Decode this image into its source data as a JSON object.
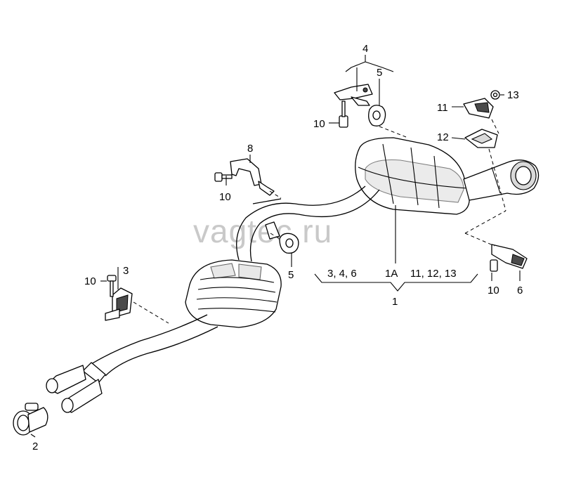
{
  "watermark": "vagtec.ru",
  "callouts": {
    "p1": "1",
    "p1a": "1A",
    "p2": "2",
    "p3": "3",
    "p4": "4",
    "p5_top": "5",
    "p5_mid": "5",
    "p6": "6",
    "p8": "8",
    "p10_top": "10",
    "p10_left": "10",
    "p10_bottom_left": "10",
    "p10_right": "10",
    "p11": "11",
    "p12": "12",
    "p13": "13",
    "group_left": "3, 4, 6",
    "group_right": "11, 12, 13"
  }
}
